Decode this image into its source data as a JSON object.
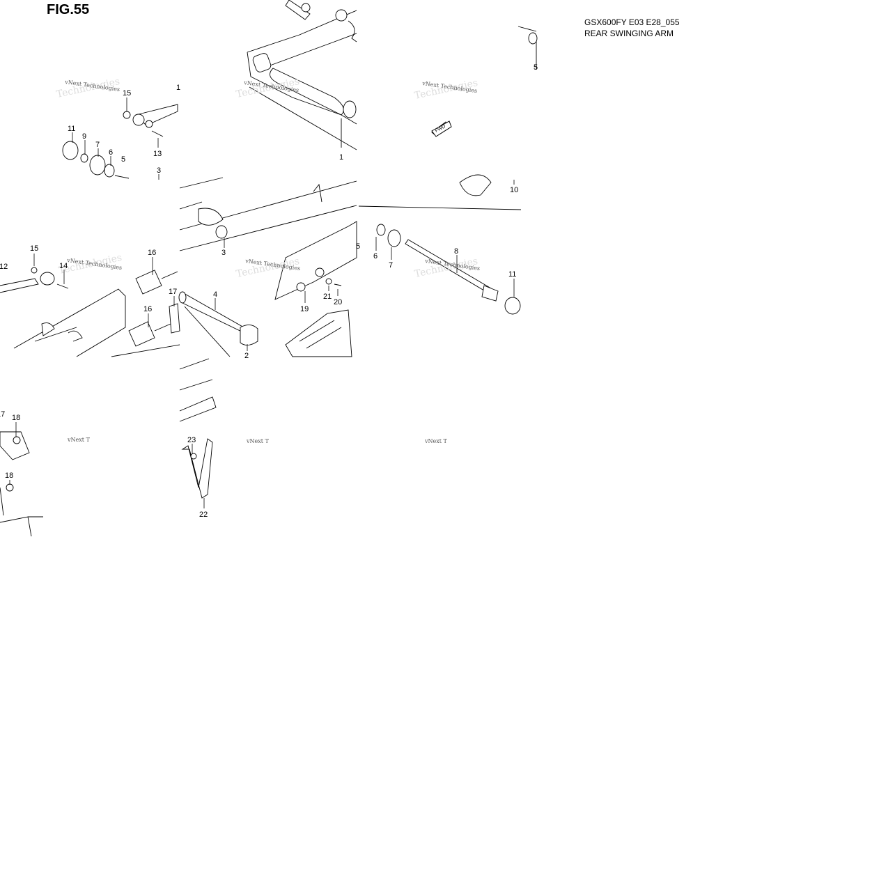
{
  "header": {
    "figure": "FIG.55",
    "model_code": "GSX600FY E03 E28_055",
    "title": "REAR SWINGING ARM"
  },
  "watermark": "vNext Technologies",
  "fwd_label": "FWD",
  "callouts": [
    "1",
    "1",
    "2",
    "3",
    "3",
    "4",
    "5",
    "5",
    "5",
    "6",
    "6",
    "7",
    "7",
    "8",
    "9",
    "10",
    "11",
    "11",
    "12",
    "13",
    "14",
    "15",
    "15",
    "16",
    "16",
    "17",
    "17",
    "18",
    "18",
    "19",
    "20",
    "21",
    "22",
    "23"
  ]
}
